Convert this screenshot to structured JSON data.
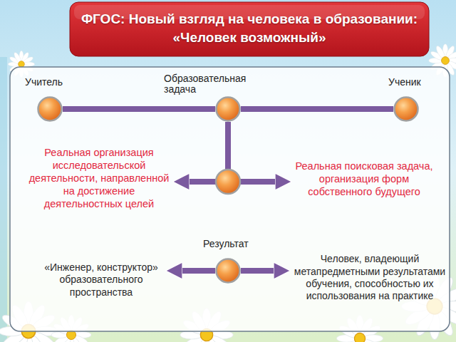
{
  "diagram": {
    "title": "ФГОС: Новый взгляд на человека в образовании: «Человек возможный»",
    "nodes": [
      {
        "text": [
          "Учитель"
        ]
      },
      {
        "text": [
          "Образовательная задача"
        ]
      },
      {
        "text": [
          "Ученик"
        ]
      },
      {
        "text": [
          "Реальная организация исследовательской деятельности, направленной на достижение деятельностных целей"
        ]
      },
      {
        "text": [
          "Реальная поисковая задача, организация форм собственного будущего"
        ]
      },
      {
        "text": [
          "Результат"
        ]
      },
      {
        "text": [
          "«Инженер, конструктор» образовательного пространства"
        ]
      },
      {
        "text": [
          "Человек, владеющий метапредметными результатами обучения, способностью их использования на практике"
        ]
      }
    ],
    "edges": [
      {
        "from": 0,
        "to": 1,
        "arrow": "none"
      },
      {
        "from": 1,
        "to": 2,
        "arrow": "none"
      },
      {
        "from": 1,
        "to": 3,
        "arrow": "to"
      },
      {
        "from": 1,
        "to": 4,
        "arrow": "to"
      },
      {
        "from": 5,
        "to": 6,
        "arrow": "to"
      },
      {
        "from": 5,
        "to": 7,
        "arrow": "to"
      }
    ]
  }
}
